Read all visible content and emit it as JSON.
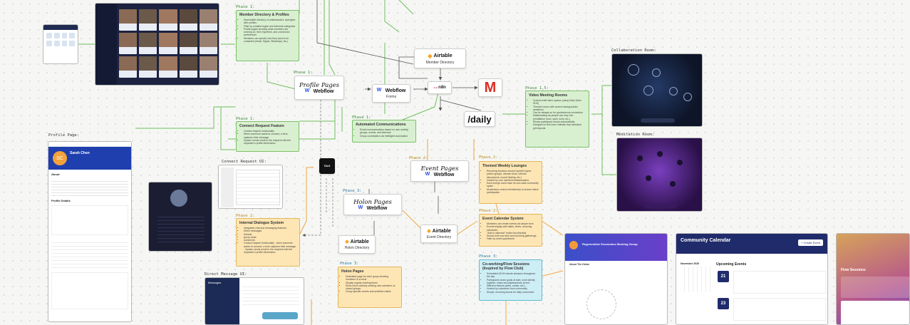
{
  "phase_labels": {
    "p1_member": "Phase 1:",
    "p1_profile": "Phase 1:",
    "p1_connect": "Phase 1:",
    "p1_auto": "Phase 1:",
    "p1_5": "Phase 1.5:",
    "p2_lounges": "Phase 2:",
    "p2_internal": "Phase 2:",
    "p2_event_pages": "Phase 2:",
    "p2_calendar": "Phase 2:",
    "p3_holon": "Phase 3:",
    "p3_holon_pages": "Phase 3:",
    "p3_cowork": "Phase 3:"
  },
  "screen_labels": {
    "profile_page": "Profile Page:",
    "connect_request_ui": "Connect Request UI:",
    "direct_message_ui": "Direct Message UI:",
    "collaboration_room": "Collaboration Room:",
    "meditation_room": "Meditation Room:"
  },
  "notes": {
    "member_directory": {
      "title": "Member Directory & Profiles",
      "items": [
        "Searchable directory of ambassadors' synergies with profiles",
        "Filter by emailed region and interests categories",
        "Profile pages showing what members are working on, their expertise, and connection preferences",
        "Members can specify how they want to be contacted (email, Signal, WhatsApp, etc.)"
      ]
    },
    "connect_request": {
      "title": "Connect Request Feature",
      "items": [
        "Contact request functionality",
        "When someone wants to connect, a form captures their message",
        "System sends email to the recipient with the requester's profile information"
      ]
    },
    "automated": {
      "title": "Automated Communications",
      "items": [
        "Email communications based on user activity, groups, events, and interests",
        "Group coordination via intelligent automation"
      ]
    },
    "video_meeting": {
      "title": "Video Meeting Rooms",
      "items": [
        "Custom-built video spaces (using Daily Video SDK)",
        "Themed rooms with custom backgrounds/ ambience",
        "Can be always-on for spontaneous connection",
        "Matchmaking as people can drop into (meditation room, open room, etc.)",
        "Shows participant counts automatically",
        "Designed to feel more intimate than standard grid layouts"
      ]
    },
    "lounges": {
      "title": "Themed Weekly Lounges",
      "items": [
        "Recurring sessions around specific topics (which groups, climate crisis, internal discussions, sound healing, etc.)",
        "Hosted by core members/ambassadors",
        "Each lounge could have its own calls community space",
        "Moderators control membership to ensure active participation"
      ]
    },
    "internal_dialogue": {
      "title": "Internal Dialogue System",
      "items": [
        "Integrated chat and messaging features",
        "Direct messages",
        "threads",
        "group chats",
        "comments",
        "Contact request functionality - when someone wants to connect, a form captures their message - System sends email to the recipient with the requester's profile information"
      ]
    },
    "event_calendar": {
      "title": "Event Calendar System",
      "items": [
        "Members can create events via simple form",
        "Events display with dates, times, recurring schedules",
        "\"Add to calendar\" button functionality",
        "Shows both one-time and recurring gatherings",
        "Filter by event type/theme"
      ]
    },
    "coworking": {
      "title": "Co-working/Flow Sessions (Inspired by Flow Club)",
      "items": [
        "Scheduled 60-90 minute sessions throughout the day",
        "Participants share goals at start, work silently together, share accomplishments at end",
        "Different themes (write, create, etc.)",
        "Hosted by volunteers from community",
        "Simple, recurring format for daily connection"
      ]
    },
    "holon_pages": {
      "title": "Holon Pages",
      "items": [
        "Dedicated page for each group showing members in a circle",
        "Display regular meeting times",
        "Show who's actively seeking new members vs. closed groups",
        "Group-specific events and activities visible"
      ]
    }
  },
  "cards": {
    "profile_pages": {
      "title": "Profile Pages",
      "brand": "Webflow"
    },
    "holon_pages": {
      "title": "Holon Pages",
      "brand": "Webflow"
    },
    "event_pages": {
      "title": "Event Pages",
      "brand": "Webflow"
    },
    "airtable_member": {
      "brand": "Airtable",
      "sub": "Member Directory"
    },
    "airtable_holon": {
      "brand": "Airtable",
      "sub": "Holon Directory"
    },
    "airtable_event": {
      "brand": "Airtable",
      "sub": "Event Directory"
    },
    "webflow_forms": {
      "brand": "Webflow",
      "sub": "Forms"
    },
    "n8n": {
      "brand": "n8n"
    },
    "daily": {
      "brand": "/daily"
    },
    "gmail": {
      "brand": "M"
    },
    "brand_box": {
      "brand": "TALK"
    }
  },
  "screens": {
    "profile": {
      "name": "Sarah Chen",
      "section": "About",
      "section2": "Profile Details"
    },
    "direct_message": {
      "header": "Messages"
    },
    "community_calendar": {
      "title": "Community Calendar",
      "upcoming": "Upcoming Events",
      "month": "November 2025",
      "button": "+ Create Event",
      "day1": "21",
      "day2": "23"
    },
    "holon_group": {
      "title": "Regenerative Economics Working Group",
      "section": "About The Holon"
    },
    "flow_sessions": {
      "title": "Flow Sessions"
    }
  },
  "colors": {
    "green_note": "#d9f0d0",
    "yellow_note": "#fde6b4",
    "blue_note": "#cdeef5",
    "wire_green": "#6cc05a",
    "wire_orange": "#f0a640",
    "wire_gray": "#666666",
    "webflow_blue": "#1f4de6",
    "n8n_pink": "#ea4b71",
    "gmail_red": "#d93025"
  }
}
